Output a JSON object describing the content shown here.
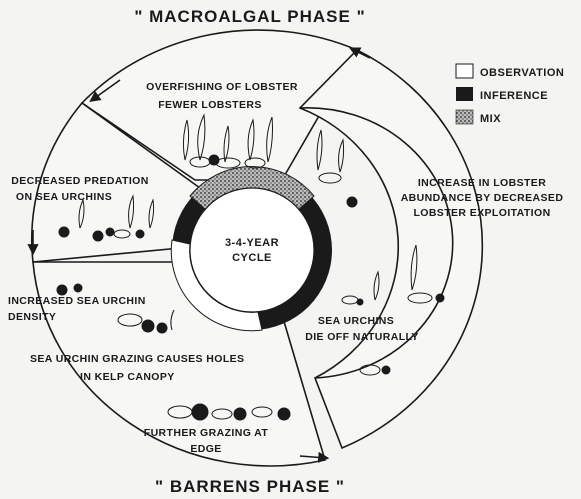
{
  "phases": {
    "top": "\" MACROALGAL PHASE \"",
    "bottom": "\" BARRENS PHASE \""
  },
  "center": {
    "line1": "3-4-YEAR",
    "line2": "CYCLE"
  },
  "legend": [
    {
      "label": "OBSERVATION",
      "swatch": "#ffffff"
    },
    {
      "label": "INFERENCE",
      "swatch": "#1a1a1a"
    },
    {
      "label": "MIX",
      "swatch": "stipple"
    }
  ],
  "segments": {
    "top": {
      "line1": "OVERFISHING OF LOBSTER",
      "line2": "FEWER LOBSTERS"
    },
    "left": {
      "line1": "DECREASED PREDATION",
      "line2": "ON SEA URCHINS"
    },
    "bottom": {
      "a1": "INCREASED SEA URCHIN",
      "a2": "DENSITY",
      "b1": "SEA URCHIN GRAZING CAUSES HOLES",
      "b2": "IN KELP CANOPY",
      "c1": "FURTHER GRAZING AT",
      "c2": "EDGE"
    },
    "right": {
      "outer1": "INCREASE IN LOBSTER",
      "outer2": "ABUNDANCE BY DECREASED",
      "outer3": "LOBSTER EXPLOITATION",
      "inner1": "SEA URCHINS",
      "inner2": "DIE OFF NATURALLY"
    }
  },
  "colors": {
    "ink": "#1a1a1a",
    "paper": "#f4f4f2"
  }
}
